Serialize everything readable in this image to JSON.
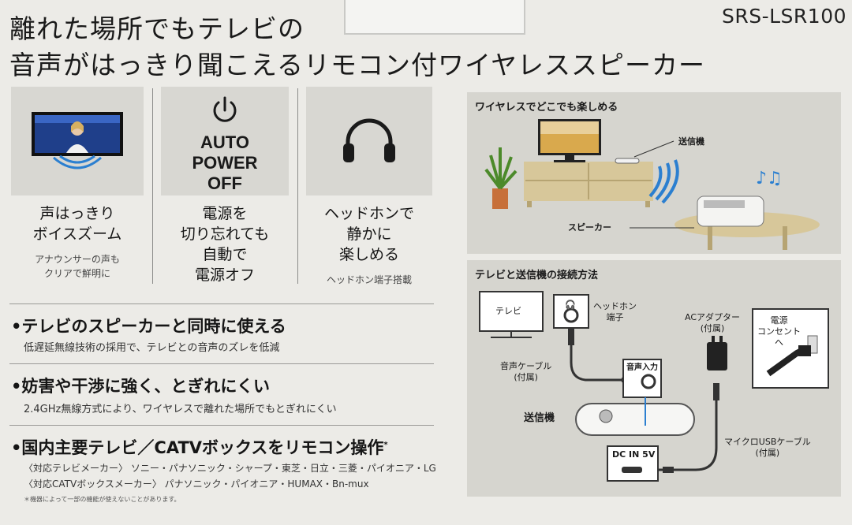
{
  "header": {
    "model": "SRS-LSR100",
    "headline_line1": "離れた場所でもテレビの",
    "headline_line2": "音声がはっきり聞こえるリモコン付ワイヤレススピーカー"
  },
  "features": [
    {
      "icon": "tv-voice-zoom-icon",
      "title_line1": "声はっきり",
      "title_line2": "ボイスズーム",
      "sub_line1": "アナウンサーの声も",
      "sub_line2": "クリアで鮮明に"
    },
    {
      "icon": "power-icon",
      "badge_line1": "AUTO",
      "badge_line2": "POWER",
      "badge_line3": "OFF",
      "title_line1": "電源を",
      "title_line2": "切り忘れても",
      "title_line3": "自動で",
      "title_line4": "電源オフ"
    },
    {
      "icon": "headphones-icon",
      "title_line1": "ヘッドホンで",
      "title_line2": "静かに",
      "title_line3": "楽しめる",
      "sub_line1": "ヘッドホン端子搭載"
    }
  ],
  "bullets": [
    {
      "title": "•テレビのスピーカーと同時に使える",
      "desc": "低遅延無線技術の採用で、テレビとの音声のズレを低減"
    },
    {
      "title": "•妨害や干渉に強く、とぎれにくい",
      "desc": "2.4GHz無線方式により、ワイヤレスで離れた場所でもとぎれにくい"
    },
    {
      "title": "•国内主要テレビ／CATVボックスをリモコン操作",
      "title_mark": "*",
      "desc_line1": "〈対応テレビメーカー〉 ソニー・パナソニック・シャープ・東芝・日立・三菱・パイオニア・LG",
      "desc_line2": "〈対応CATVボックスメーカー〉 パナソニック・パイオニア・HUMAX・Bn-mux",
      "note": "＊機器によって一部の機能が使えないことがあります。"
    }
  ],
  "wireless_panel": {
    "title": "ワイヤレスでどこでも楽しめる",
    "transmitter_label": "送信機",
    "speaker_label": "スピーカー"
  },
  "connection_panel": {
    "title": "テレビと送信機の接続方法",
    "tv_label": "テレビ",
    "headphone_jack_line1": "ヘッドホン",
    "headphone_jack_line2": "端子",
    "audio_cable_line1": "音声ケーブル",
    "audio_cable_line2": "(付属)",
    "audio_input": "音声入力",
    "transmitter": "送信機",
    "dc_in": "DC IN 5V",
    "ac_adapter_line1": "ACアダプター",
    "ac_adapter_line2": "(付属)",
    "outlet_line1": "電源",
    "outlet_line2": "コンセント",
    "outlet_line3": "へ",
    "usb_cable_line1": "マイクロUSBケーブル",
    "usb_cable_line2": "(付属)"
  },
  "colors": {
    "background": "#ecebe7",
    "panel": "#d6d5cf",
    "accent_blue": "#2b7fd0",
    "tv_screen": "#1f3f8a"
  }
}
